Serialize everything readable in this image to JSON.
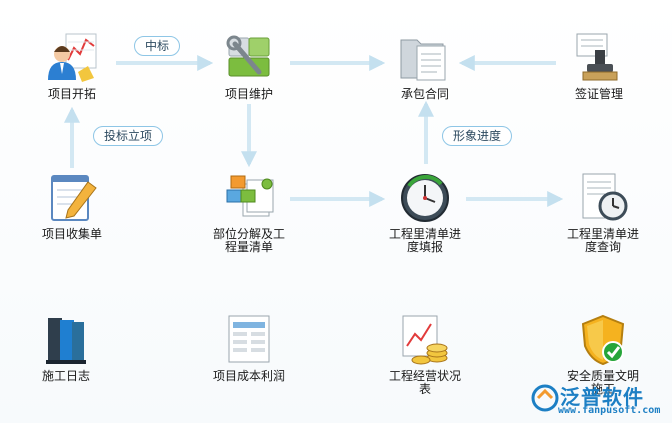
{
  "nodes": {
    "project_start": {
      "label": "项目开拓",
      "icon": "project-start-user-chart-icon"
    },
    "project_maintain": {
      "label": "项目维护",
      "icon": "wrench-tools-icon"
    },
    "contract": {
      "label": "承包合同",
      "icon": "folder-documents-icon"
    },
    "visa": {
      "label": "签证管理",
      "icon": "stamp-icon"
    },
    "collect": {
      "label": "项目收集单",
      "icon": "notepad-pencil-icon"
    },
    "decompose": {
      "label": "部位分解及工\n程量清单",
      "icon": "boxes-documents-icon"
    },
    "progress_report": {
      "label": "工程里清单进\n度填报",
      "icon": "clock-arrow-icon"
    },
    "progress_query": {
      "label": "工程里清单进\n度查询",
      "icon": "document-clock-icon"
    },
    "diary": {
      "label": "施工日志",
      "icon": "books-icon"
    },
    "cost_profit": {
      "label": "项目成本利润",
      "icon": "spreadsheet-icon"
    },
    "status_report": {
      "label": "工程经营状况\n表",
      "icon": "chart-coins-icon"
    },
    "safety": {
      "label": "安全质量文明\n施工",
      "icon": "shield-check-icon"
    }
  },
  "pills": {
    "bid_win": "中标",
    "bid_approve": "投标立项",
    "image_progress": "形象进度"
  },
  "logo": {
    "brand": "泛普软件",
    "url": "www.fanpusoft.com",
    "icon": "fanpu-logo-icon"
  },
  "colors": {
    "arrow": "#d3e8f3",
    "pill_border": "#8ec6e6",
    "brand": "#1d7fc4"
  }
}
